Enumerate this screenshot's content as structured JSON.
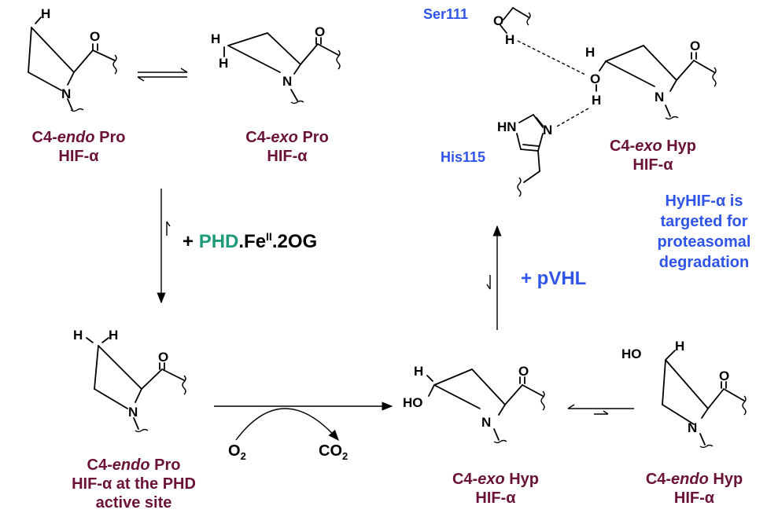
{
  "colors": {
    "label": "#6a1238",
    "blue": "#2f55e8",
    "green": "#1e9a7a",
    "black": "#000000"
  },
  "labels": {
    "endo_pro": {
      "prefix": "C4-",
      "italic": "endo",
      "suffix": " Pro",
      "line2": "HIF-α"
    },
    "exo_pro": {
      "prefix": "C4-",
      "italic": "exo",
      "suffix": " Pro",
      "line2": "HIF-α"
    },
    "endo_pro_site": {
      "prefix": "C4-",
      "italic": "endo",
      "suffix": " Pro",
      "line2": "HIF-α at the PHD",
      "line3": "active site"
    },
    "exo_hyp_mid": {
      "prefix": "C4-",
      "italic": "exo",
      "suffix": " Hyp",
      "line2": "HIF-α"
    },
    "endo_hyp": {
      "prefix": "C4-",
      "italic": "endo",
      "suffix": " Hyp",
      "line2": "HIF-α"
    },
    "exo_hyp_top": {
      "prefix": "C4-",
      "italic": "exo",
      "suffix": " Hyp",
      "line2": "HIF-α"
    }
  },
  "reagents": {
    "phd": {
      "plus": "+ ",
      "enzyme": "PHD",
      "rest1": ".Fe",
      "sup": "II",
      "rest2": ".2OG"
    },
    "pvhl": "+ pVHL",
    "o2": {
      "base": "O",
      "sub": "2"
    },
    "co2": {
      "base": "CO",
      "sub": "2"
    }
  },
  "residues": {
    "ser": "Ser111",
    "his": "His115"
  },
  "note": [
    "HyHIF-α is",
    "targeted for",
    "proteasomal",
    "degradation"
  ],
  "atoms": {
    "H": "H",
    "N": "N",
    "O": "O",
    "HO": "HO",
    "HN": "HN"
  }
}
